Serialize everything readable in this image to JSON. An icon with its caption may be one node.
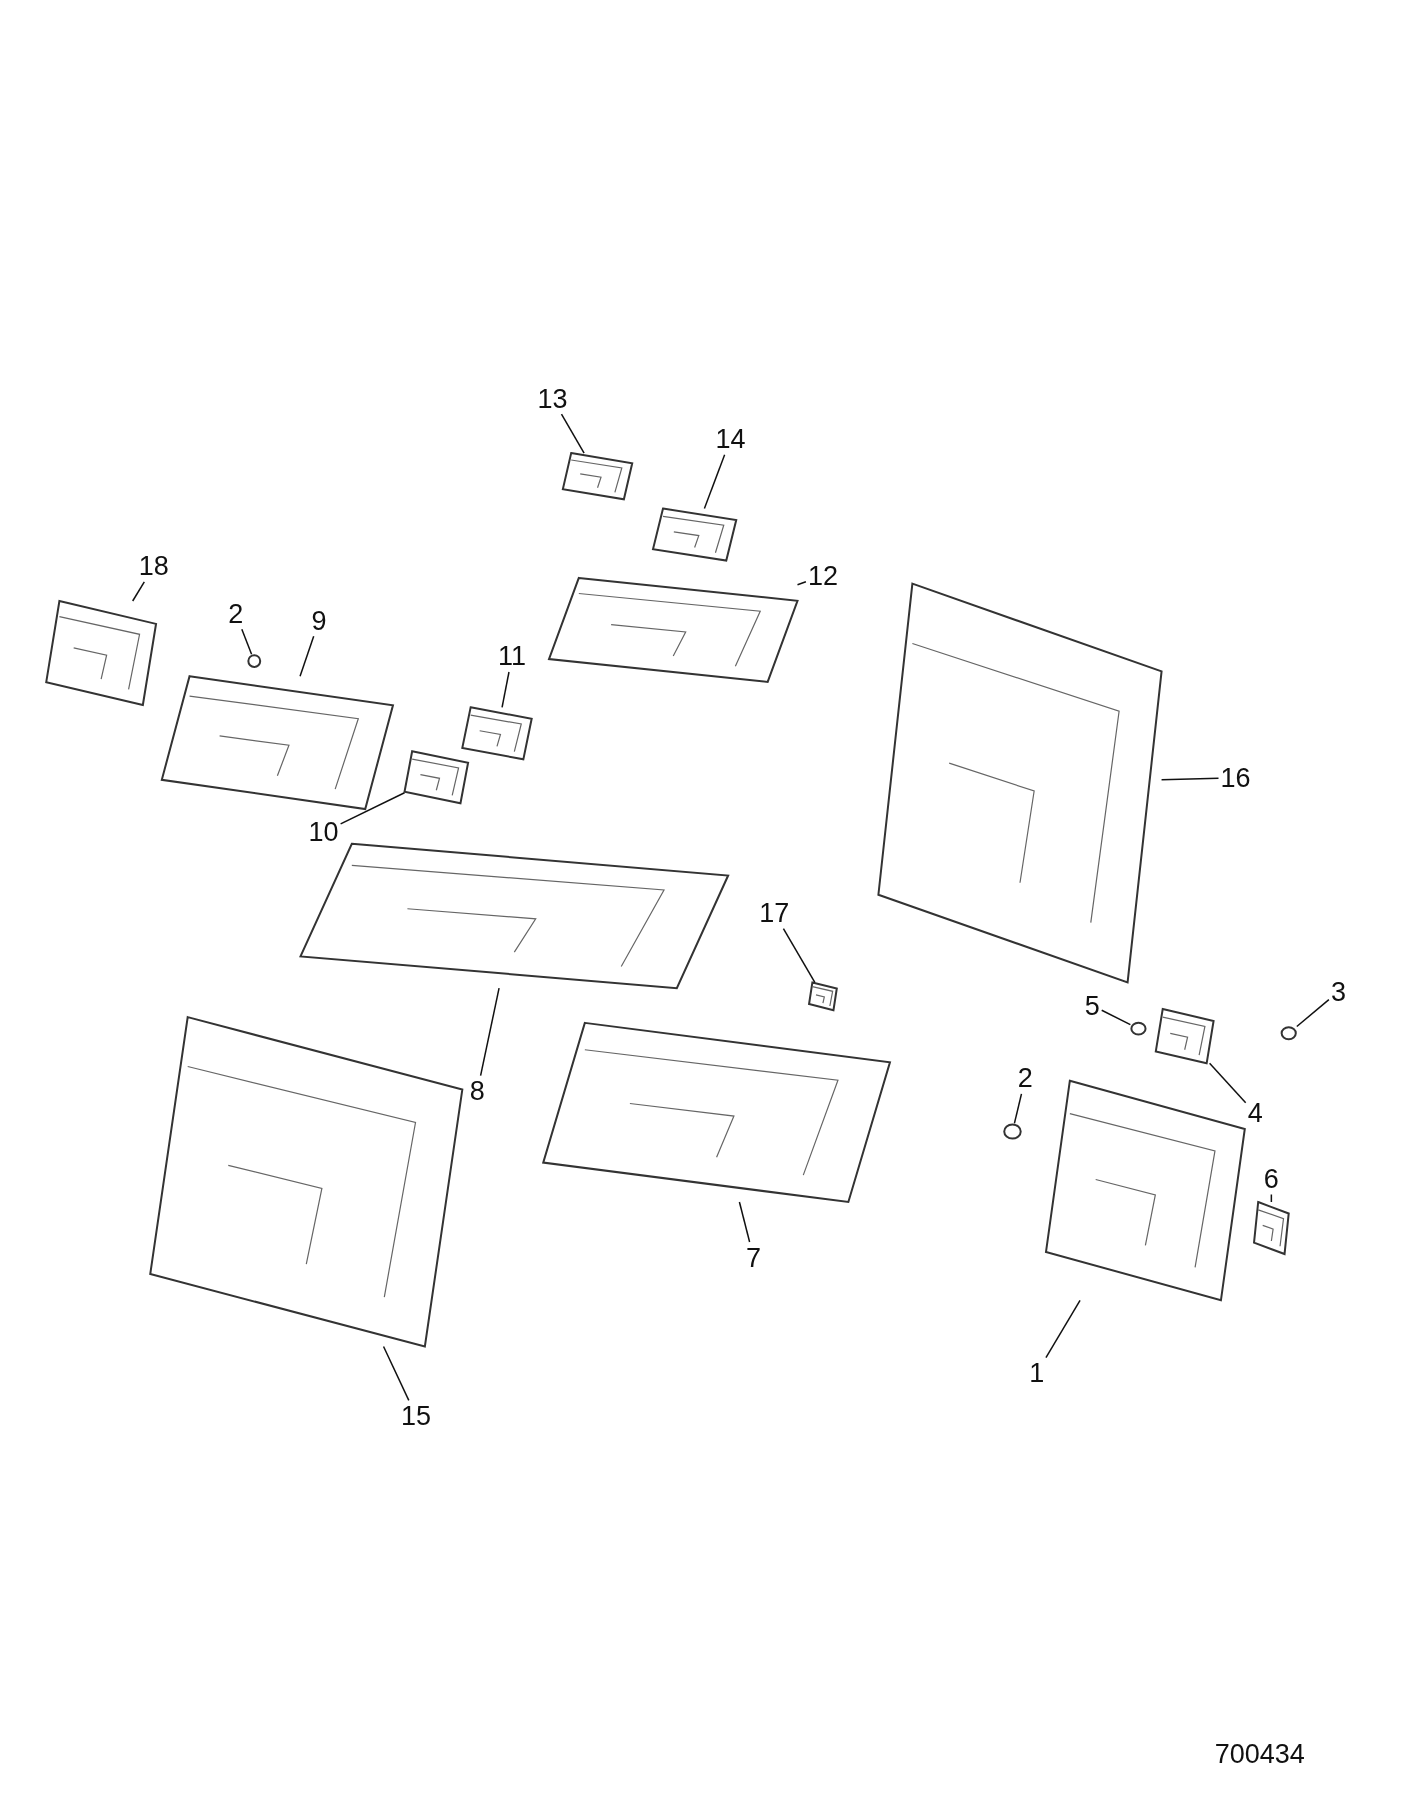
{
  "diagram": {
    "nodes": [
      {
        "text": [
          "13"
        ]
      },
      {
        "text": [],
        "shape": "picture"
      },
      {
        "text": [
          "14"
        ]
      },
      {
        "text": [],
        "shape": "picture"
      },
      {
        "text": [
          "18"
        ]
      },
      {
        "text": [],
        "shape": "picture"
      },
      {
        "text": [
          "2"
        ]
      },
      {
        "text": [],
        "shape": "circle"
      },
      {
        "text": [
          "9"
        ]
      },
      {
        "text": [],
        "shape": "picture"
      },
      {
        "text": [
          "12"
        ]
      },
      {
        "text": [],
        "shape": "picture"
      },
      {
        "text": [
          "11"
        ]
      },
      {
        "text": [],
        "shape": "picture"
      },
      {
        "text": [
          "16"
        ]
      },
      {
        "text": [],
        "shape": "picture"
      },
      {
        "text": [
          "10"
        ]
      },
      {
        "text": [],
        "shape": "picture"
      },
      {
        "text": [
          "17"
        ]
      },
      {
        "text": [],
        "shape": "picture"
      },
      {
        "text": [
          "8"
        ]
      },
      {
        "text": [],
        "shape": "picture"
      },
      {
        "text": [
          "5"
        ]
      },
      {
        "text": [],
        "shape": "circle"
      },
      {
        "text": [
          "3"
        ]
      },
      {
        "text": [],
        "shape": "circle"
      },
      {
        "text": [
          "2"
        ]
      },
      {
        "text": [],
        "shape": "circle"
      },
      {
        "text": [
          "4"
        ]
      },
      {
        "text": [],
        "shape": "picture"
      },
      {
        "text": [
          "6"
        ]
      },
      {
        "text": [],
        "shape": "picture"
      },
      {
        "text": [
          "7"
        ]
      },
      {
        "text": [],
        "shape": "picture"
      },
      {
        "text": [
          "1"
        ]
      },
      {
        "text": [],
        "shape": "picture"
      },
      {
        "text": [
          "15"
        ]
      },
      {
        "text": [],
        "shape": "picture"
      }
    ],
    "edges": [
      {
        "from": 0,
        "to": 1,
        "arrow": "none"
      },
      {
        "from": 2,
        "to": 3,
        "arrow": "none"
      },
      {
        "from": 4,
        "to": 5,
        "arrow": "none"
      },
      {
        "from": 6,
        "to": 7,
        "arrow": "none"
      },
      {
        "from": 8,
        "to": 9,
        "arrow": "none"
      },
      {
        "from": 10,
        "to": 11,
        "arrow": "none"
      },
      {
        "from": 12,
        "to": 13,
        "arrow": "none"
      },
      {
        "from": 14,
        "to": 15,
        "arrow": "none"
      },
      {
        "from": 16,
        "to": 17,
        "arrow": "none"
      },
      {
        "from": 18,
        "to": 19,
        "arrow": "none"
      },
      {
        "from": 20,
        "to": 21,
        "arrow": "none"
      },
      {
        "from": 22,
        "to": 23,
        "arrow": "none"
      },
      {
        "from": 24,
        "to": 25,
        "arrow": "none"
      },
      {
        "from": 26,
        "to": 27,
        "arrow": "none"
      },
      {
        "from": 28,
        "to": 29,
        "arrow": "none"
      },
      {
        "from": 30,
        "to": 31,
        "arrow": "none"
      },
      {
        "from": 32,
        "to": 33,
        "arrow": "none"
      },
      {
        "from": 34,
        "to": 35,
        "arrow": "none"
      },
      {
        "from": 36,
        "to": 37,
        "arrow": "none"
      }
    ],
    "labels": [
      "700434"
    ]
  }
}
